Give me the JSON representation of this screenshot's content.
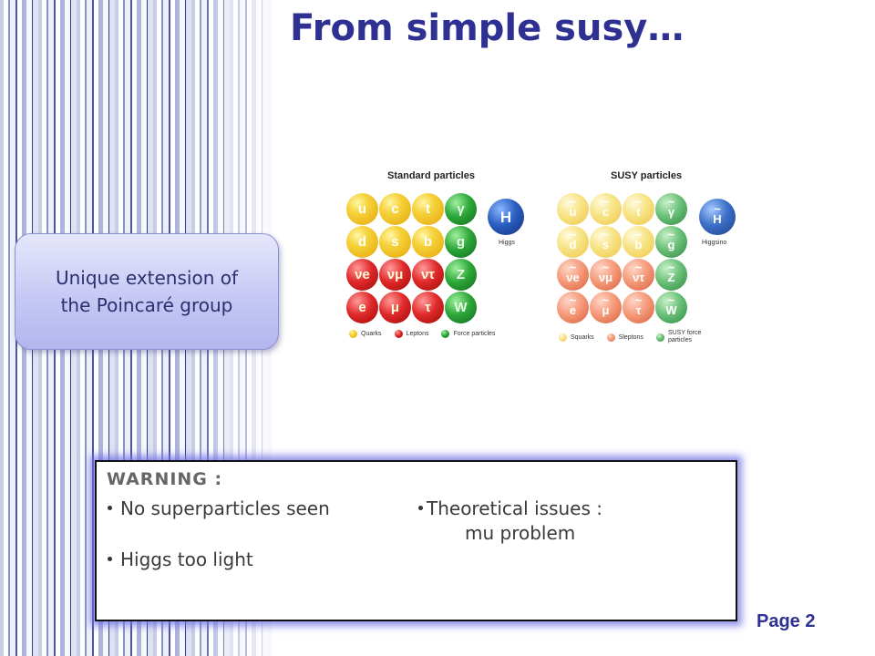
{
  "slide": {
    "title": "From simple susy…",
    "page_label": "Page 2"
  },
  "callout": {
    "line1": "Unique extension of",
    "line2": "the Poincaré group"
  },
  "diagram": {
    "standard_title": "Standard particles",
    "susy_title": "SUSY particles",
    "standard": {
      "rows": [
        [
          "u",
          "c",
          "t",
          "γ"
        ],
        [
          "d",
          "s",
          "b",
          "g"
        ],
        [
          "νe",
          "νμ",
          "ντ",
          "Z"
        ],
        [
          "e",
          "μ",
          "τ",
          "W"
        ]
      ],
      "higgs": "H",
      "higgs_label": "Higgs",
      "legend": [
        "Quarks",
        "Leptons",
        "Force particles"
      ]
    },
    "susy": {
      "rows": [
        [
          "u",
          "c",
          "t",
          "γ"
        ],
        [
          "d",
          "s",
          "b",
          "g"
        ],
        [
          "νe",
          "νμ",
          "ντ",
          "Z"
        ],
        [
          "e",
          "μ",
          "τ",
          "W"
        ]
      ],
      "higgs": "H",
      "higgs_label": "Higgsino",
      "legend": [
        "Squarks",
        "Sleptons",
        "SUSY force particles"
      ]
    },
    "colors": {
      "quark": "#f6d23a",
      "lepton": "#e02a2a",
      "force": "#2ea83a",
      "higgs": "#2a5fc2",
      "squark": "#f8e58a",
      "slepton": "#f59a7a",
      "susy_force": "#6cc07a"
    }
  },
  "warning": {
    "heading": "WARNING :",
    "items_left": [
      "No superparticles seen",
      "Higgs too light"
    ],
    "item_right": "Theoretical issues :",
    "item_right_sub": "mu problem"
  },
  "theme": {
    "title_color": "#2e3192",
    "callout_fill": "#c4c6f4",
    "warning_glow": "#6e6ee6"
  }
}
